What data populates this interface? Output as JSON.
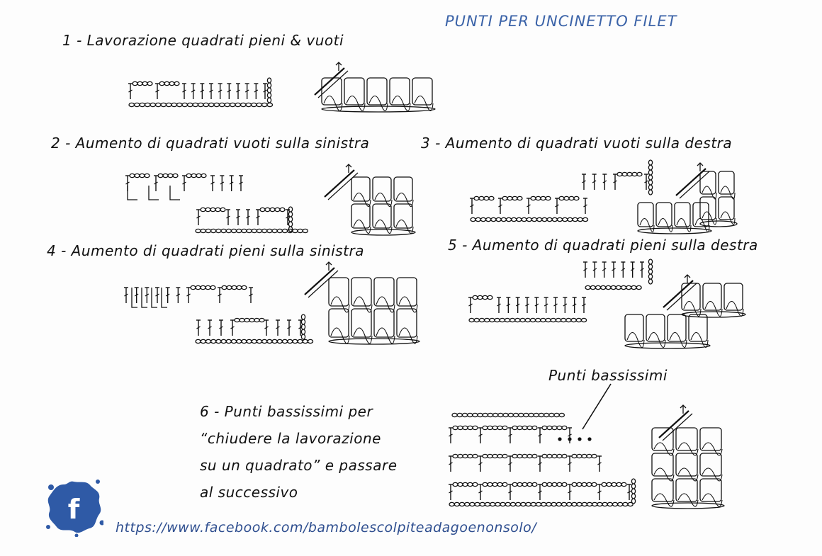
{
  "title": "PUNTI PER UNCINETTO FILET",
  "sections": [
    {
      "label": "1 - Lavorazione quadrati pieni & vuoti"
    },
    {
      "label": "2 - Aumento di quadrati vuoti sulla sinistra"
    },
    {
      "label": "3 - Aumento di quadrati vuoti sulla destra"
    },
    {
      "label": "4 - Aumento di quadrati pieni sulla sinistra"
    },
    {
      "label": "5 - Aumento di quadrati pieni sulla destra"
    }
  ],
  "section6": {
    "lines": [
      "6 - Punti bassissimi per",
      "“chiudere la lavorazione",
      "su un quadrato” e passare",
      "al successivo"
    ],
    "callout": "Punti bassissimi"
  },
  "footer": {
    "url": "https://www.facebook.com/bambolescolpiteadagoenonsolo/",
    "logo_letter": "f"
  },
  "colors": {
    "title": "#3b63a8",
    "url": "#2e4e8f",
    "logo": "#2f5aa6",
    "ink": "#111111"
  }
}
